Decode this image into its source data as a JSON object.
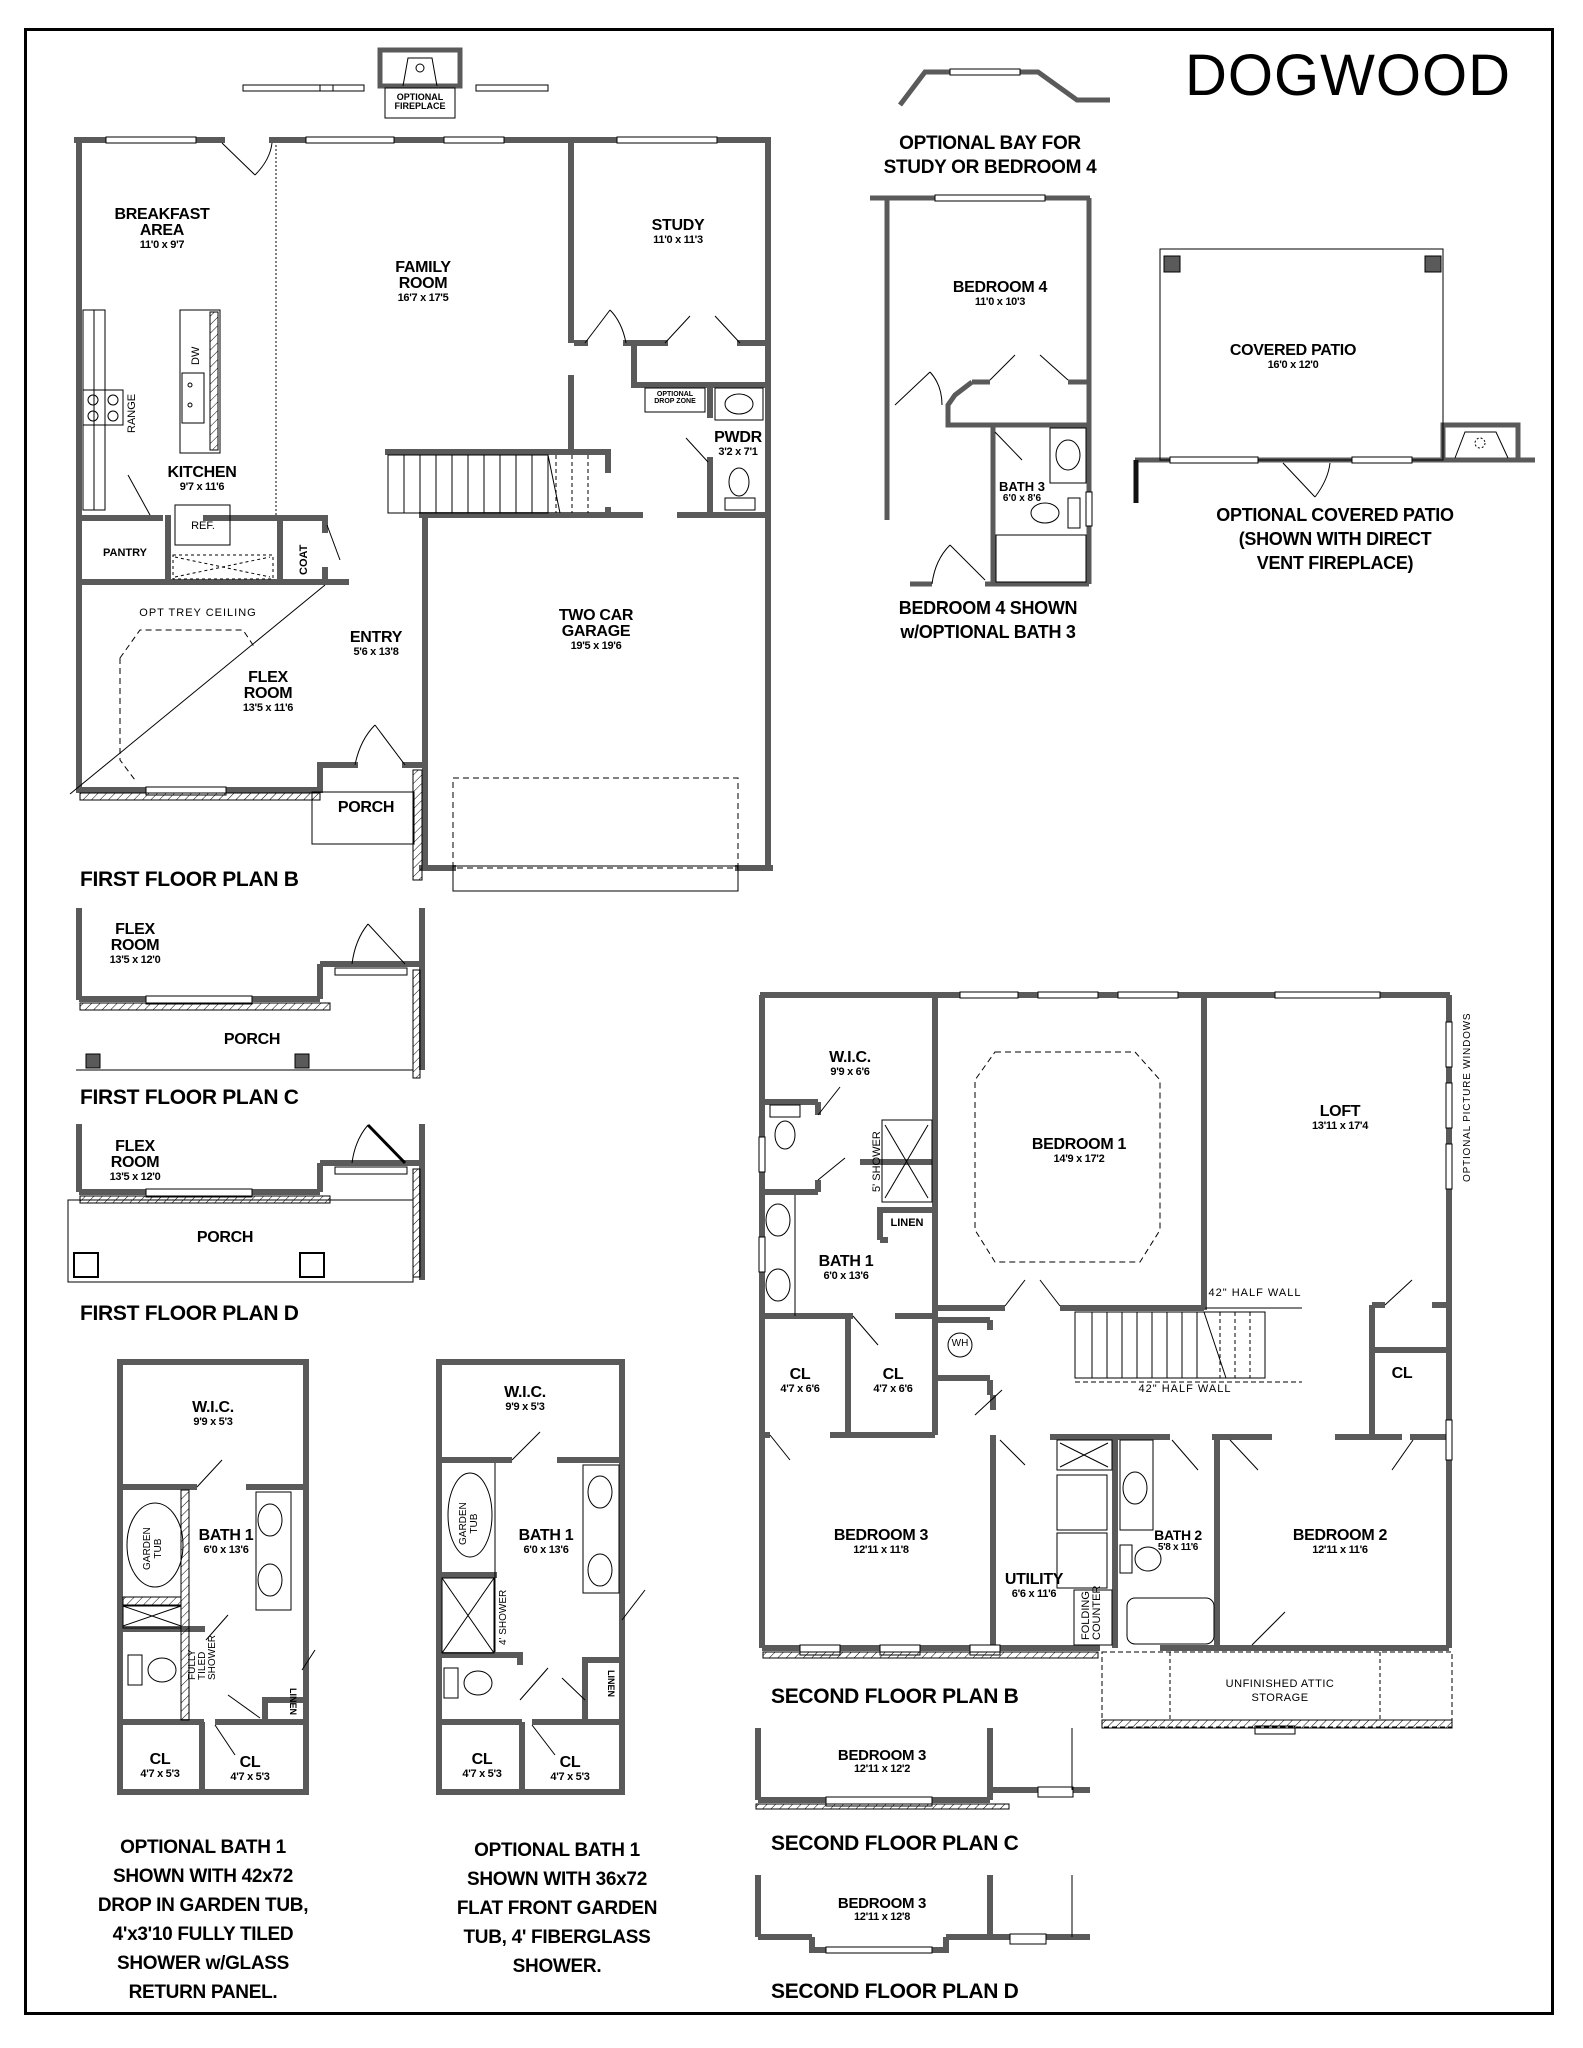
{
  "title": "DOGWOOD",
  "colors": {
    "wall": "#5a5a5a",
    "line": "#000000",
    "background": "#ffffff"
  },
  "first_floor_b": {
    "plan_title": "FIRST FLOOR PLAN B",
    "optional_fireplace": [
      "OPTIONAL",
      "FIREPLACE"
    ],
    "rooms": {
      "breakfast": {
        "name1": "BREAKFAST",
        "name2": "AREA",
        "dim": "11'0 x 9'7"
      },
      "family": {
        "name1": "FAMILY",
        "name2": "ROOM",
        "dim": "16'7 x 17'5"
      },
      "study": {
        "name": "STUDY",
        "dim": "11'0 x 11'3"
      },
      "kitchen": {
        "name": "KITCHEN",
        "dim": "9'7 x 11'6"
      },
      "pwdr": {
        "name": "PWDR",
        "dim": "3'2 x 7'1"
      },
      "drop_zone": [
        "OPTIONAL",
        "DROP ZONE"
      ],
      "pantry": {
        "name": "PANTRY"
      },
      "ref": {
        "name": "REF."
      },
      "coat": {
        "name": "COAT"
      },
      "entry": {
        "name": "ENTRY",
        "dim": "5'6 x 13'8"
      },
      "flex": {
        "name1": "FLEX",
        "name2": "ROOM",
        "dim": "13'5 x 11'6"
      },
      "trey": {
        "name": "OPT TREY CEILING"
      },
      "garage": {
        "name1": "TWO CAR",
        "name2": "GARAGE",
        "dim": "19'5 x 19'6"
      },
      "porch": {
        "name": "PORCH"
      },
      "range": "RANGE",
      "dw": "DW"
    }
  },
  "first_floor_c": {
    "plan_title": "FIRST FLOOR PLAN C",
    "flex": {
      "name1": "FLEX",
      "name2": "ROOM",
      "dim": "13'5 x 12'0"
    },
    "porch": "PORCH"
  },
  "first_floor_d": {
    "plan_title": "FIRST FLOOR PLAN D",
    "flex": {
      "name1": "FLEX",
      "name2": "ROOM",
      "dim": "13'5 x 12'0"
    },
    "porch": "PORCH"
  },
  "optional_bay": {
    "caption": [
      "OPTIONAL BAY FOR",
      "STUDY OR BEDROOM 4"
    ]
  },
  "bedroom4_option": {
    "bedroom": {
      "name": "BEDROOM 4",
      "dim": "11'0 x 10'3"
    },
    "bath": {
      "name": "BATH 3",
      "dim": "6'0 x 8'6"
    },
    "caption": [
      "BEDROOM 4 SHOWN",
      "w/OPTIONAL BATH 3"
    ]
  },
  "covered_patio": {
    "name": "COVERED PATIO",
    "dim": "16'0 x 12'0",
    "caption": [
      "OPTIONAL COVERED PATIO",
      "(SHOWN WITH DIRECT",
      "VENT FIREPLACE)"
    ]
  },
  "second_floor_b": {
    "plan_title": "SECOND FLOOR PLAN B",
    "rooms": {
      "wic": {
        "name": "W.I.C.",
        "dim": "9'9 x 6'6"
      },
      "bedroom1": {
        "name": "BEDROOM 1",
        "dim": "14'9 x 17'2"
      },
      "loft": {
        "name": "LOFT",
        "dim": "13'11 x 17'4"
      },
      "shower": "5' SHOWER",
      "linen": "LINEN",
      "bath1": {
        "name": "BATH 1",
        "dim": "6'0 x 13'6"
      },
      "cl1": {
        "name": "CL",
        "dim": "4'7 x 6'6"
      },
      "cl2": {
        "name": "CL",
        "dim": "4'7 x 6'6"
      },
      "cl3": {
        "name": "CL"
      },
      "wh": "WH",
      "half_wall_top": "42\" HALF WALL",
      "half_wall_bottom": "42\" HALF WALL",
      "bedroom3": {
        "name": "BEDROOM 3",
        "dim": "12'11 x 11'8"
      },
      "utility": {
        "name": "UTILITY",
        "dim": "6'6 x 11'6"
      },
      "folding": [
        "FOLDING",
        "COUNTER"
      ],
      "bath2": {
        "name": "BATH 2",
        "dim": "5'8 x 11'6"
      },
      "bedroom2": {
        "name": "BEDROOM 2",
        "dim": "12'11 x 11'6"
      },
      "attic": [
        "UNFINISHED ATTIC",
        "STORAGE"
      ],
      "picture_windows": "OPTIONAL PICTURE WINDOWS"
    }
  },
  "second_floor_c": {
    "plan_title": "SECOND FLOOR PLAN C",
    "bedroom3": {
      "name": "BEDROOM 3",
      "dim": "12'11 x 12'2"
    }
  },
  "second_floor_d": {
    "plan_title": "SECOND FLOOR PLAN D",
    "bedroom3": {
      "name": "BEDROOM 3",
      "dim": "12'11 x 12'8"
    }
  },
  "optional_bath_a": {
    "wic": {
      "name": "W.I.C.",
      "dim": "9'9 x 5'3"
    },
    "bath": {
      "name": "BATH 1",
      "dim": "6'0 x 13'6"
    },
    "garden_tub": [
      "GARDEN",
      "TUB"
    ],
    "shower": [
      "FULLY",
      "TILED",
      "SHOWER"
    ],
    "linen": "LINEN",
    "cl1": {
      "name": "CL",
      "dim": "4'7 x 5'3"
    },
    "cl2": {
      "name": "CL",
      "dim": "4'7 x 5'3"
    },
    "caption": [
      "OPTIONAL BATH 1",
      "SHOWN WITH 42x72",
      "DROP IN  GARDEN TUB,",
      "4'x3'10 FULLY TILED",
      "SHOWER w/GLASS",
      "RETURN PANEL."
    ]
  },
  "optional_bath_b": {
    "wic": {
      "name": "W.I.C.",
      "dim": "9'9 x 5'3"
    },
    "bath": {
      "name": "BATH 1",
      "dim": "6'0 x 13'6"
    },
    "garden_tub": [
      "GARDEN",
      "TUB"
    ],
    "shower": "4' SHOWER",
    "linen": "LINEN",
    "cl1": {
      "name": "CL",
      "dim": "4'7 x 5'3"
    },
    "cl2": {
      "name": "CL",
      "dim": "4'7 x 5'3"
    },
    "caption": [
      "OPTIONAL BATH 1",
      "SHOWN WITH 36x72",
      "FLAT FRONT GARDEN",
      "TUB, 4' FIBERGLASS",
      "SHOWER."
    ]
  }
}
